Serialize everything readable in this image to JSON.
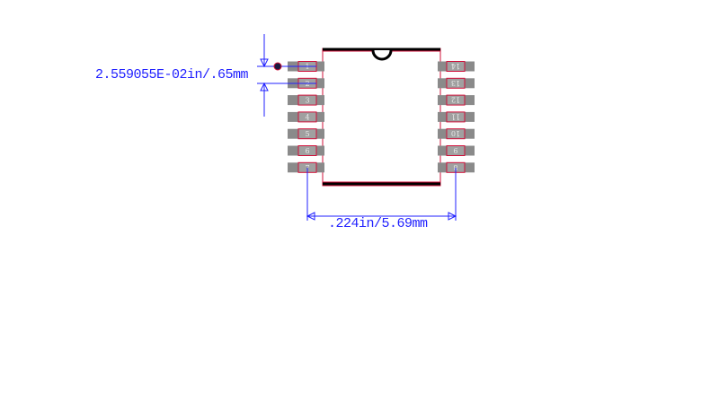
{
  "footprint": {
    "left_pins": [
      "1",
      "2",
      "3",
      "4",
      "5",
      "6",
      "7"
    ],
    "right_pins": [
      "14",
      "13",
      "12",
      "11",
      "10",
      "9",
      "8"
    ],
    "pitch_label": "2.559055E-02in/.65mm",
    "span_label": ".224in/5.69mm",
    "colors": {
      "pad": "#8a8a8a",
      "pad_outline": "#d0103a",
      "body": "#d0103a",
      "dimension": "#2020ff",
      "silk": "#000000"
    }
  }
}
